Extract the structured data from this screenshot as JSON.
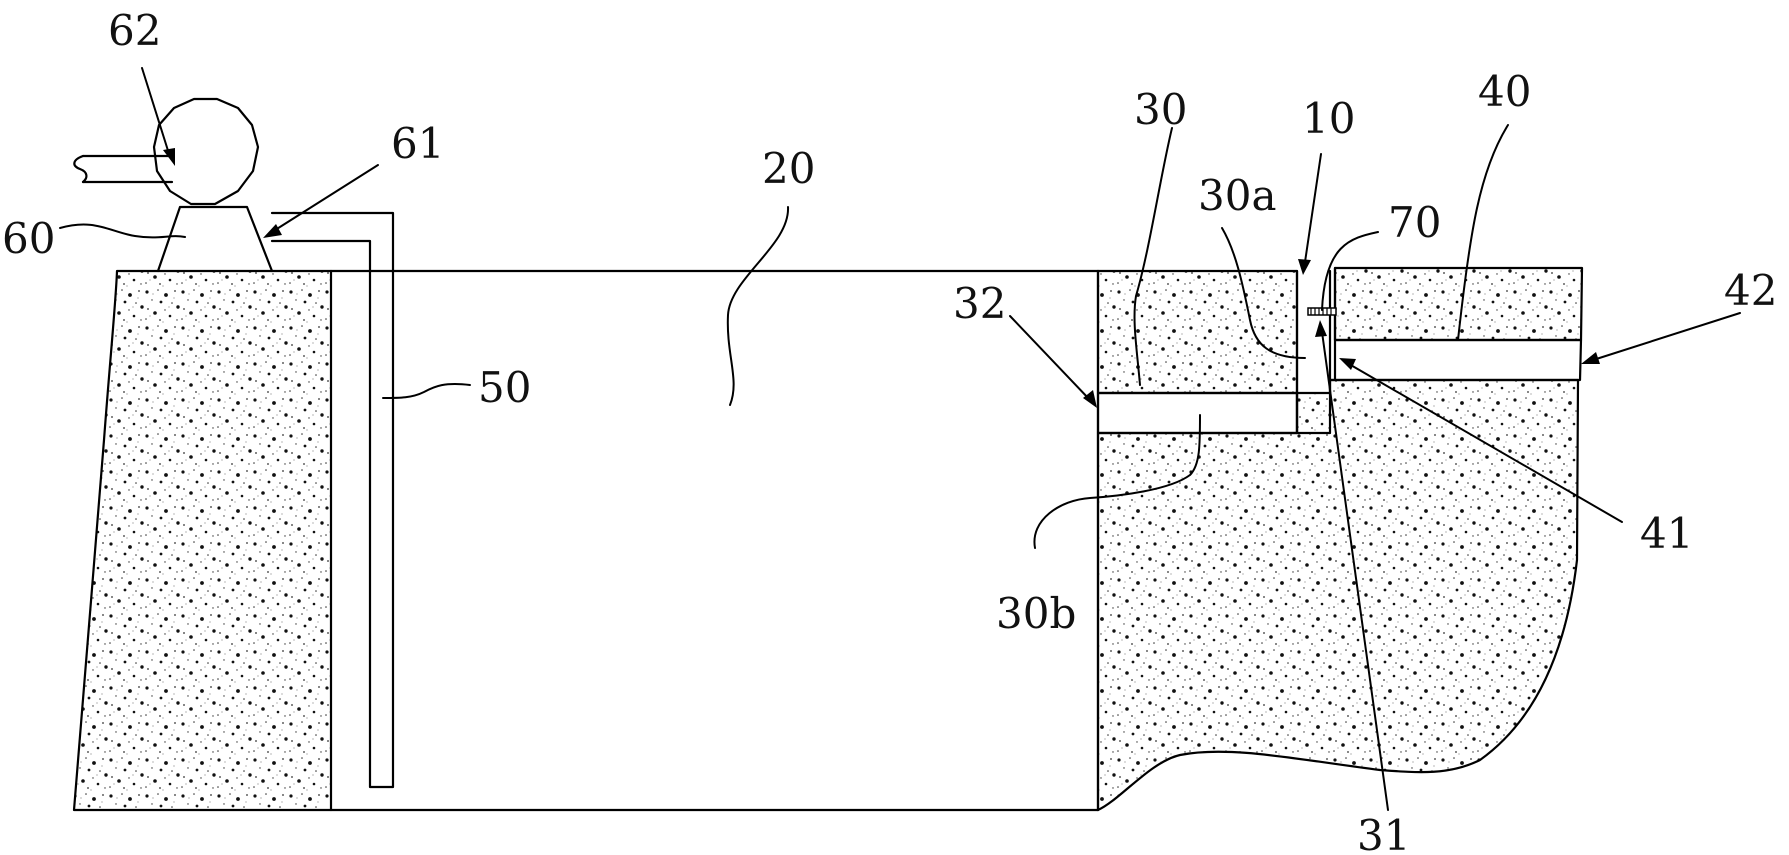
{
  "labels": {
    "l62": "62",
    "l61": "61",
    "l60": "60",
    "l50": "50",
    "l20": "20",
    "l30": "30",
    "l10": "10",
    "l30a": "30a",
    "l70": "70",
    "l40": "40",
    "l42": "42",
    "l32": "32",
    "l41": "41",
    "l30b": "30b",
    "l31": "31"
  },
  "colors": {
    "line": "#000000",
    "background": "#ffffff",
    "soil_fill": "#ffffff",
    "soil_dots": "#1a1a1a"
  },
  "icons": {
    "pump": "pump-icon",
    "pipe_break": "pipe-break-icon",
    "filter": "filter-mesh-icon"
  }
}
